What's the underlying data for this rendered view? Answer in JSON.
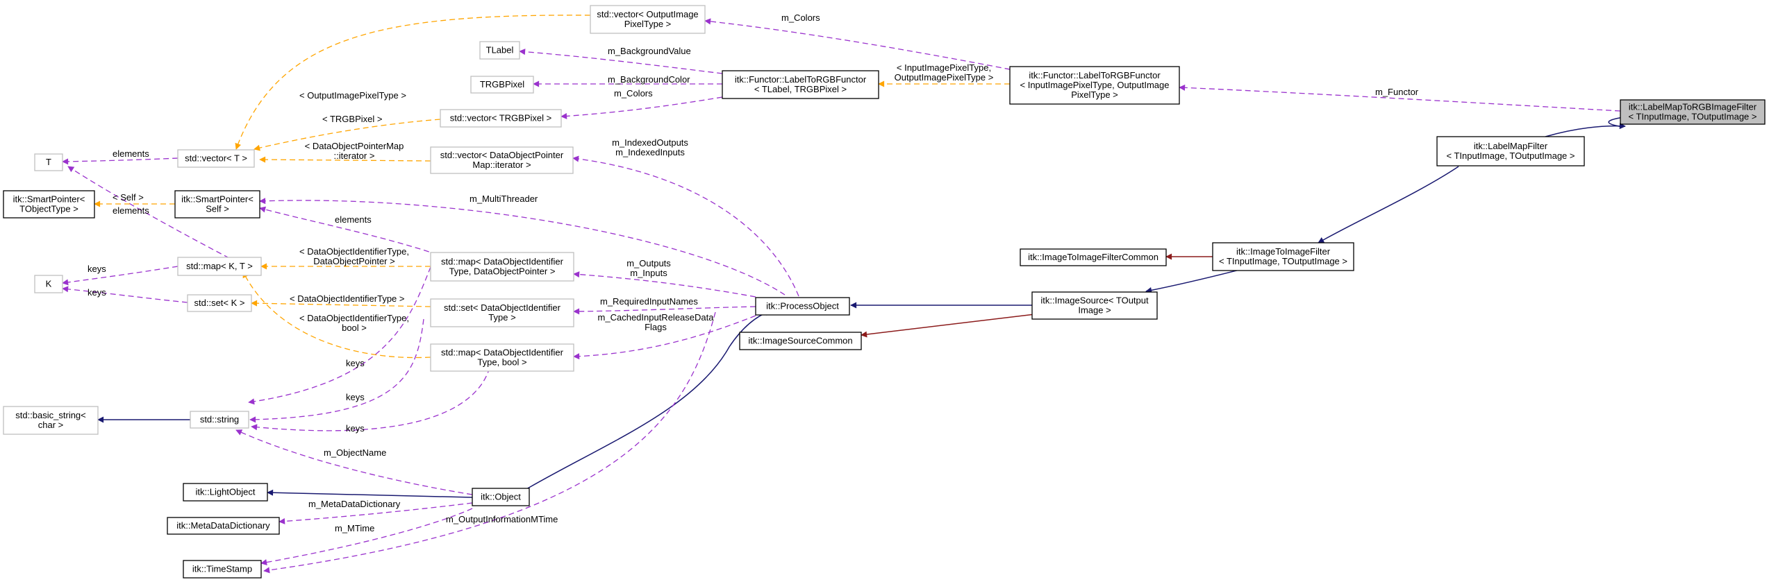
{
  "colors": {
    "inherit": "#191970",
    "use": "#9a32cd",
    "template": "#ffa500",
    "private": "#8b1a1a",
    "highlight_fill": "#bfbfbf",
    "external_border": "#bfbfbf"
  },
  "nodes": {
    "label_map_to_rgb": {
      "lines": [
        "itk::LabelMapToRGBImageFilter",
        "< TInputImage, TOutputImage >"
      ]
    },
    "label_to_rgb_functor_tpl": {
      "lines": [
        "itk::Functor::LabelToRGBFunctor",
        "< InputImagePixelType, OutputImage",
        "PixelType >"
      ]
    },
    "label_to_rgb_functor": {
      "lines": [
        "itk::Functor::LabelToRGBFunctor",
        "< TLabel, TRGBPixel >"
      ]
    },
    "vector_output_pixel": {
      "lines": [
        "std::vector< OutputImage",
        "PixelType >"
      ]
    },
    "tlabel": {
      "lines": [
        "TLabel"
      ]
    },
    "trgbpixel": {
      "lines": [
        "TRGBPixel"
      ]
    },
    "vector_trgb": {
      "lines": [
        "std::vector< TRGBPixel >"
      ]
    },
    "vector_t": {
      "lines": [
        "std::vector< T >"
      ]
    },
    "t": {
      "lines": [
        "T"
      ]
    },
    "vector_dop_iter": {
      "lines": [
        "std::vector< DataObjectPointer",
        "Map::iterator >"
      ]
    },
    "smartpointer_tobject": {
      "lines": [
        "itk::SmartPointer<",
        "TObjectType >"
      ]
    },
    "smartpointer_self": {
      "lines": [
        "itk::SmartPointer<",
        "Self >"
      ]
    },
    "label_map_filter": {
      "lines": [
        "itk::LabelMapFilter",
        "< TInputImage, TOutputImage >"
      ]
    },
    "map_k_t": {
      "lines": [
        "std::map< K, T >"
      ]
    },
    "map_doi_dop": {
      "lines": [
        "std::map< DataObjectIdentifier",
        "Type, DataObjectPointer >"
      ]
    },
    "image_to_image_filter_common": {
      "lines": [
        "itk::ImageToImageFilterCommon"
      ]
    },
    "image_to_image_filter": {
      "lines": [
        "itk::ImageToImageFilter",
        "< TInputImage, TOutputImage >"
      ]
    },
    "k": {
      "lines": [
        "K"
      ]
    },
    "set_k": {
      "lines": [
        "std::set< K >"
      ]
    },
    "set_doi": {
      "lines": [
        "std::set< DataObjectIdentifier",
        "Type >"
      ]
    },
    "process_object": {
      "lines": [
        "itk::ProcessObject"
      ]
    },
    "image_source": {
      "lines": [
        "itk::ImageSource< TOutput",
        "Image >"
      ]
    },
    "map_doi_bool": {
      "lines": [
        "std::map< DataObjectIdentifier",
        "Type, bool >"
      ]
    },
    "image_source_common": {
      "lines": [
        "itk::ImageSourceCommon"
      ]
    },
    "basic_string": {
      "lines": [
        "std::basic_string<",
        "char >"
      ]
    },
    "std_string": {
      "lines": [
        "std::string"
      ]
    },
    "light_object": {
      "lines": [
        "itk::LightObject"
      ]
    },
    "itk_object": {
      "lines": [
        "itk::Object"
      ]
    },
    "meta_data_dictionary": {
      "lines": [
        "itk::MetaDataDictionary"
      ]
    },
    "time_stamp": {
      "lines": [
        "itk::TimeStamp"
      ]
    }
  },
  "edge_labels": {
    "m_functor": [
      "m_Functor"
    ],
    "m_colors_top": [
      "m_Colors"
    ],
    "tpl_functor": [
      "< InputImagePixelType,",
      "OutputImagePixelType >"
    ],
    "m_background_value": [
      "m_BackgroundValue"
    ],
    "m_background_color": [
      "m_BackgroundColor"
    ],
    "m_colors": [
      "m_Colors"
    ],
    "tpl_output_pixel": [
      "< OutputImagePixelType >"
    ],
    "tpl_trgb": [
      "< TRGBPixel >"
    ],
    "tpl_dop_map": [
      "< DataObjectPointerMap",
      "::iterator >"
    ],
    "elements_vt": [
      "elements"
    ],
    "m_indexed": [
      "m_IndexedOutputs",
      "m_IndexedInputs"
    ],
    "tpl_self": [
      "< Self >"
    ],
    "elements_map": [
      "elements"
    ],
    "m_multithreader": [
      "m_MultiThreader"
    ],
    "elements_sp": [
      "elements"
    ],
    "tpl_doi_dop": [
      "< DataObjectIdentifierType,",
      "DataObjectPointer >"
    ],
    "m_outputs": [
      "m_Outputs",
      "m_Inputs"
    ],
    "keys_map": [
      "keys"
    ],
    "keys_set": [
      "keys"
    ],
    "tpl_doi": [
      "< DataObjectIdentifierType >"
    ],
    "m_required": [
      "m_RequiredInputNames"
    ],
    "tpl_doi_bool": [
      "< DataObjectIdentifierType,",
      "bool >"
    ],
    "m_cached": [
      "m_CachedInputReleaseData",
      "Flags"
    ],
    "keys_1": [
      "keys"
    ],
    "keys_2": [
      "keys"
    ],
    "keys_3": [
      "keys"
    ],
    "m_object_name": [
      "m_ObjectName"
    ],
    "m_meta": [
      "m_MetaDataDictionary"
    ],
    "m_mtime": [
      "m_MTime"
    ],
    "m_output_info": [
      "m_OutputInformationMTime"
    ]
  }
}
